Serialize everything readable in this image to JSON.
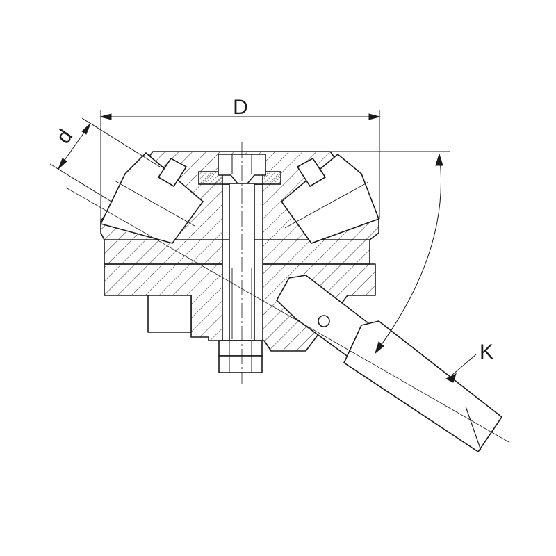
{
  "drawing": {
    "labels": {
      "diameter_outer": "D",
      "diameter_inner": "d",
      "taper": "K"
    },
    "colors": {
      "line": "#1a1a1a",
      "hatch": "#2b2b2b",
      "background": "#ffffff"
    }
  }
}
